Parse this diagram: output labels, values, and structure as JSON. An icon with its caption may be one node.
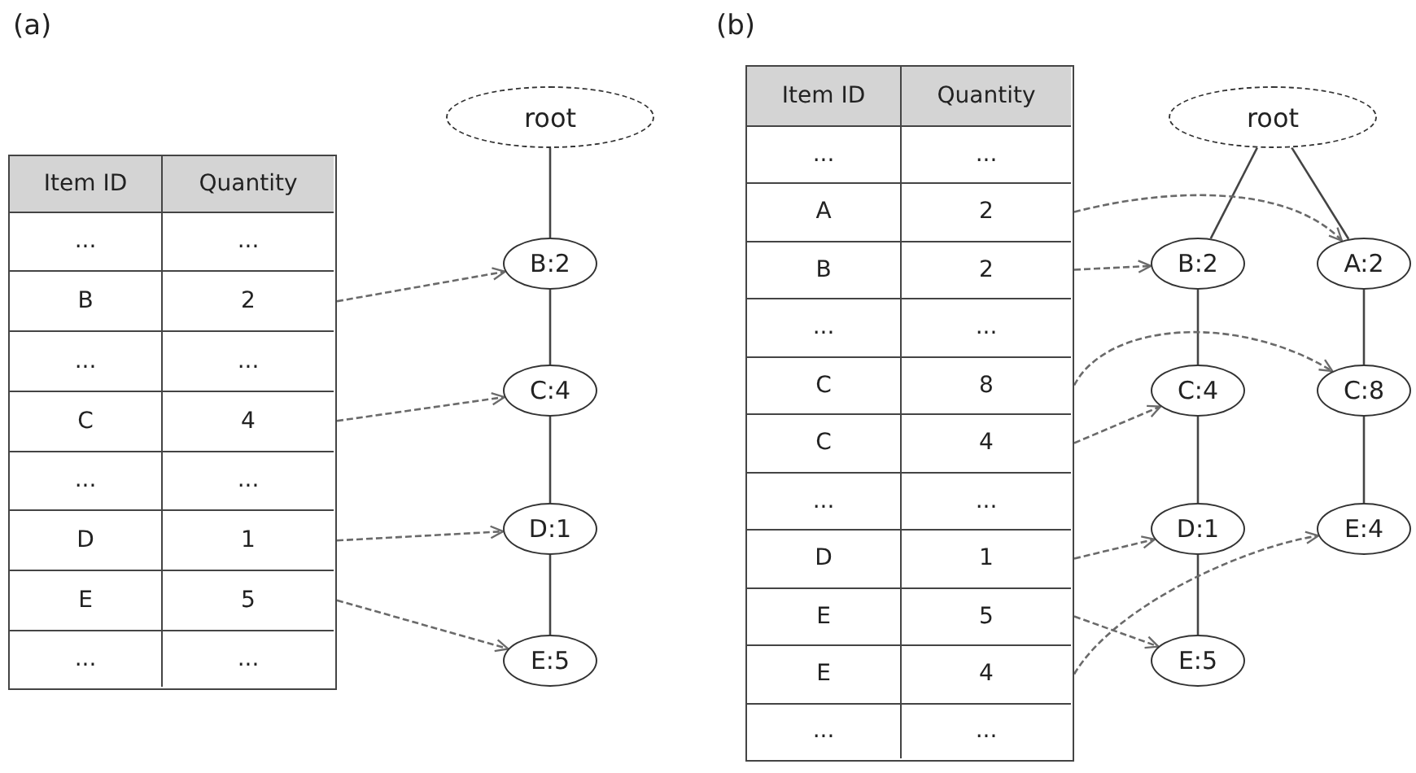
{
  "diagram": {
    "nodes": [
      {
        "text": [],
        "shape": "box"
      },
      {
        "text": [
          "Item ID",
          "Quantity"
        ],
        "in": 0
      },
      {
        "text": [
          "...",
          "..."
        ],
        "in": 0
      },
      {
        "text": [
          "B",
          "2"
        ],
        "in": 0
      },
      {
        "text": [
          "...",
          "..."
        ],
        "in": 0
      },
      {
        "text": [
          "C",
          "4"
        ],
        "in": 0
      },
      {
        "text": [
          "...",
          "..."
        ],
        "in": 0
      },
      {
        "text": [
          "D",
          "1"
        ],
        "in": 0
      },
      {
        "text": [
          "E",
          "5"
        ],
        "in": 0
      },
      {
        "text": [
          "...",
          "..."
        ],
        "in": 0
      },
      {
        "text": [
          "root"
        ]
      },
      {
        "text": [
          "B:2"
        ]
      },
      {
        "text": [
          "C:4"
        ]
      },
      {
        "text": [
          "D:1"
        ]
      },
      {
        "text": [
          "E:5"
        ]
      },
      {
        "text": [],
        "shape": "box"
      },
      {
        "text": [
          "Item ID",
          "Quantity"
        ],
        "in": 15
      },
      {
        "text": [
          "...",
          "..."
        ],
        "in": 15
      },
      {
        "text": [
          "A",
          "2"
        ],
        "in": 15
      },
      {
        "text": [
          "B",
          "2"
        ],
        "in": 15
      },
      {
        "text": [
          "...",
          "..."
        ],
        "in": 15
      },
      {
        "text": [
          "C",
          "8"
        ],
        "in": 15
      },
      {
        "text": [
          "C",
          "4"
        ],
        "in": 15
      },
      {
        "text": [
          "...",
          "..."
        ],
        "in": 15
      },
      {
        "text": [
          "D",
          "1"
        ],
        "in": 15
      },
      {
        "text": [
          "E",
          "5"
        ],
        "in": 15
      },
      {
        "text": [
          "E",
          "4"
        ],
        "in": 15
      },
      {
        "text": [
          "...",
          "..."
        ],
        "in": 15
      },
      {
        "text": [
          "root"
        ]
      },
      {
        "text": [
          "B:2"
        ]
      },
      {
        "text": [
          "A:2"
        ]
      },
      {
        "text": [
          "C:4"
        ]
      },
      {
        "text": [
          "C:8"
        ]
      },
      {
        "text": [
          "D:1"
        ]
      },
      {
        "text": [
          "E:4"
        ]
      },
      {
        "text": [
          "E:5"
        ]
      }
    ],
    "edges": [
      {
        "from": 10,
        "to": 11,
        "arrow": "none"
      },
      {
        "from": 11,
        "to": 12,
        "arrow": "none"
      },
      {
        "from": 12,
        "to": 13,
        "arrow": "none"
      },
      {
        "from": 13,
        "to": 14,
        "arrow": "none"
      },
      {
        "from": 3,
        "to": 11,
        "arrow": "to",
        "style": "dashed"
      },
      {
        "from": 5,
        "to": 12,
        "arrow": "to",
        "style": "dashed"
      },
      {
        "from": 7,
        "to": 13,
        "arrow": "to",
        "style": "dashed"
      },
      {
        "from": 8,
        "to": 14,
        "arrow": "to",
        "style": "dashed"
      },
      {
        "from": 28,
        "to": 29,
        "arrow": "none"
      },
      {
        "from": 28,
        "to": 30,
        "arrow": "none"
      },
      {
        "from": 29,
        "to": 31,
        "arrow": "none"
      },
      {
        "from": 31,
        "to": 33,
        "arrow": "none"
      },
      {
        "from": 33,
        "to": 35,
        "arrow": "none"
      },
      {
        "from": 30,
        "to": 32,
        "arrow": "none"
      },
      {
        "from": 32,
        "to": 34,
        "arrow": "none"
      },
      {
        "from": 18,
        "to": 30,
        "arrow": "to",
        "style": "dashed"
      },
      {
        "from": 19,
        "to": 29,
        "arrow": "to",
        "style": "dashed"
      },
      {
        "from": 21,
        "to": 32,
        "arrow": "to",
        "style": "dashed"
      },
      {
        "from": 22,
        "to": 31,
        "arrow": "to",
        "style": "dashed"
      },
      {
        "from": 24,
        "to": 33,
        "arrow": "to",
        "style": "dashed"
      },
      {
        "from": 25,
        "to": 35,
        "arrow": "to",
        "style": "dashed"
      },
      {
        "from": 26,
        "to": 34,
        "arrow": "to",
        "style": "dashed"
      }
    ],
    "labels": [
      "(a)",
      "(b)"
    ]
  }
}
